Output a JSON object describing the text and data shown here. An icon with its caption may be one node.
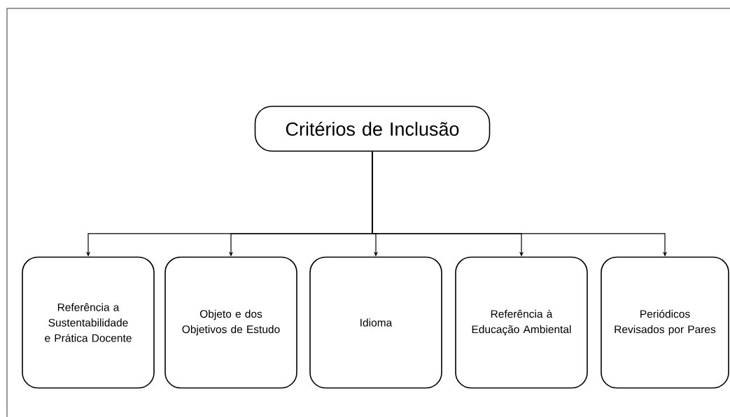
{
  "diagram": {
    "nodes": [
      {
        "text": [
          "Critérios de Inclusão"
        ]
      },
      {
        "text": [
          "Referência a Sustentabilidade e Prática Docente"
        ]
      },
      {
        "text": [
          "Objeto e dos Objetivos de Estudo"
        ]
      },
      {
        "text": [
          "Idioma"
        ]
      },
      {
        "text": [
          "Referência à Educação Ambiental"
        ]
      },
      {
        "text": [
          "Periódicos Revisados por Pares"
        ]
      }
    ],
    "edges": [
      {
        "from": 0,
        "to": 1,
        "arrow": "to"
      },
      {
        "from": 0,
        "to": 2,
        "arrow": "to"
      },
      {
        "from": 0,
        "to": 3,
        "arrow": "to"
      },
      {
        "from": 0,
        "to": 4,
        "arrow": "to"
      },
      {
        "from": 0,
        "to": 5,
        "arrow": "to"
      }
    ]
  }
}
